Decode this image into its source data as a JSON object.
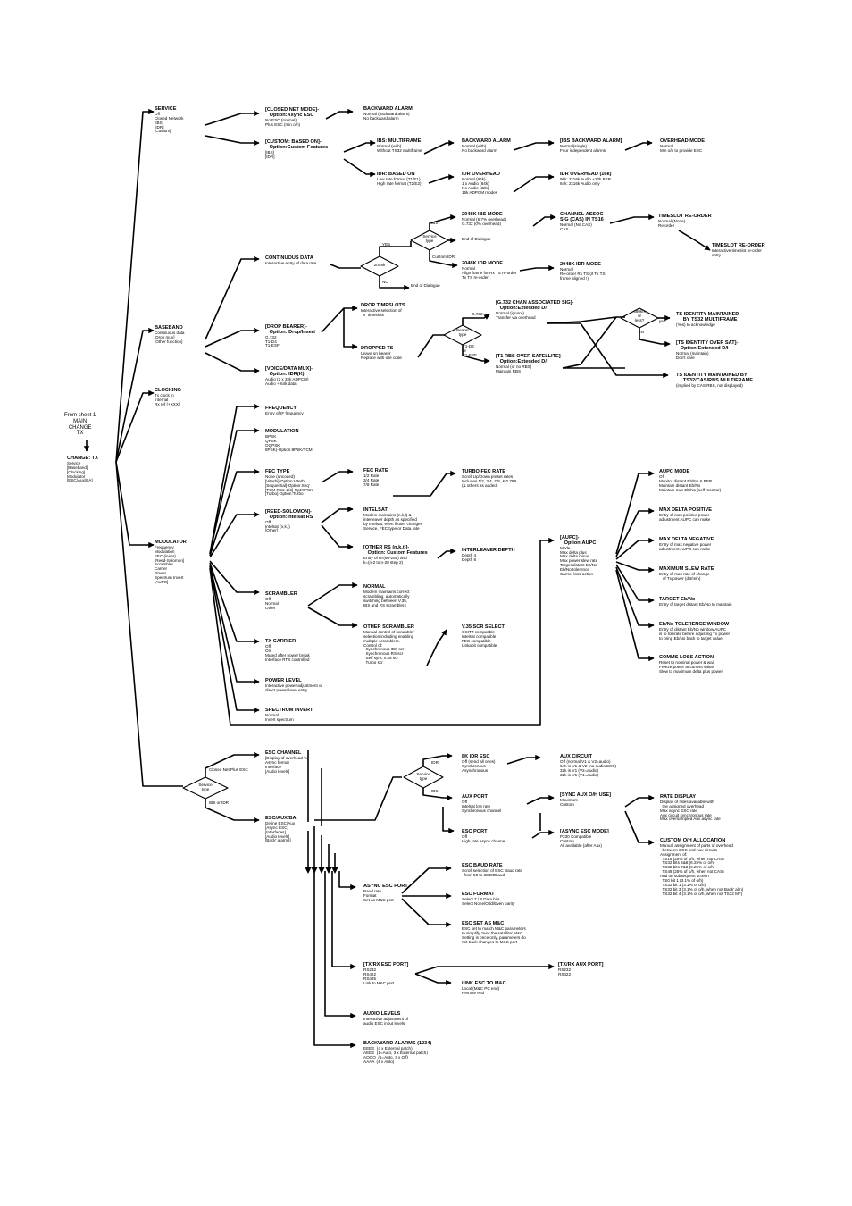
{
  "nodes": {
    "service": {
      "title": "SERVICE",
      "body": "Off\nClosed Network\n[IBS]\n[IDR]\n[Custom]"
    },
    "closed_net_mode": {
      "title": "[CLOSED NET MODE]-\n   Option:Async ESC",
      "body": "No ESC (normal)\nPlus ESC (min o/h)"
    },
    "backward_alarm_1": {
      "title": "BACKWARD ALARM",
      "body": "Normal (backward alarm)\nNo backward alarm"
    },
    "custom_based_on": {
      "title": "[CUSTOM: BASED ON]-\n   Option:Custom Features",
      "body": "[IBS]\n[IDR]"
    },
    "ibs_multiframe": {
      "title": "IBS: MULTIFRAME",
      "body": "Normal (with)\nWithout TS32 multiframe"
    },
    "backward_alarm_2": {
      "title": "BACKWARD ALARM",
      "body": "Normal (with)\nNo backward alarm"
    },
    "ibs_backward_alarm": {
      "title": "[IBS BACKWARD ALARM]",
      "body": "Normal(single)\nFour independent alarms"
    },
    "overhead_mode": {
      "title": "OVERHEAD MODE",
      "body": "Normal\nMin o/h to provide ESC"
    },
    "idr_based_on": {
      "title": "IDR: BASED ON",
      "body": "Low rate format (T1/E1)\nHigh rate format (T2/E2)"
    },
    "idr_overhead": {
      "title": "IDR OVERHEAD",
      "body": "Normal (96k)\n1 x Audio (64k)\nNo Audio (32k)\n16k ADPCM modes"
    },
    "idr_overhead_16k": {
      "title": "IDR OVERHEAD (16k)",
      "body": "96k: 2x16k Audio +32k BER\n64k: 2x16k Audio only"
    },
    "baseband": {
      "title": "BASEBAND",
      "body": "Continuous data\n[Drop mux]\n[Other function]"
    },
    "continuous_data": {
      "title": "CONTINUOUS DATA",
      "body": "Interactive entry of data rate"
    },
    "ibs_2048k": {
      "title": "2048K IBS MODE",
      "body": "Normal (6.7% overhead)\nG.732 (0% overhead)"
    },
    "end_dialogue_1": {
      "title": "",
      "body": "End of Dialogue"
    },
    "idr_2048k": {
      "title": "2048K IDR MODE",
      "body": "Normal\nAlign frame for Rx TS re-order\nTx TS re-order"
    },
    "end_dialogue_2": {
      "title": "",
      "body": "End of Dialogue"
    },
    "channel_assoc": {
      "title": "CHANNEL ASSOC\nSIG (CAS) IN TS16",
      "body": "Normal (No CAS)\nCAS"
    },
    "timeslot_reorder_1": {
      "title": "TIMESLOT RE-ORDER",
      "body": "Normal (None)\nRe-order"
    },
    "timeslot_reorder_2": {
      "title": "TIMESLOT RE-ORDER",
      "body": "Interactive timeslot re-order\nentry"
    },
    "idr_2048k_b": {
      "title": "2048K IDR MODE",
      "body": "Normal\nRe-order Rx TS (if Tx TS\nframe aligned !)"
    },
    "drop_bearer": {
      "title": "[DROP BEARER]-\n   Option: Drop/Insert",
      "body": "G.732\nT1-D4\nT1-ESF"
    },
    "drop_timeslots": {
      "title": "DROP TIMESLOTS",
      "body": "Interactive selection of\n\"N\" timeslots"
    },
    "dropped_ts": {
      "title": "DROPPED TS",
      "body": "Leave on bearer\nReplace with idle code"
    },
    "g732_chan": {
      "title": "[G.732 CHAN ASSOCIATED SIG]-\n   Option:Extended D/I",
      "body": "Normal (ignore)\nTransfer via overhead"
    },
    "t1_rbs": {
      "title": "[T1 RBS OVER SATELLITE]-\n   Option:Extended D/I",
      "body": "Normal (or no RBS)\nMaintain RBS"
    },
    "ts_identity_1": {
      "title": "TS IDENTITY MAINTAINED\n     BY TS32 MULTIFRAME",
      "body": "(Yes) to acknowledge"
    },
    "ts_identity_over_sat": {
      "title": "[TS IDENTITY OVER SAT]-\n   Option:Extended D/I",
      "body": "Normal (maintain)\nDon't care"
    },
    "ts_identity_2": {
      "title": "TS IDENTITY MAINTAINED BY\n     TS32/CAS/RBS MULTIFRAME",
      "body": "(implied by CAS/RBS, not displayed)"
    },
    "voice_data_mux": {
      "title": "[VOICE/DATA MUX]-\n   Option: IDR(K)",
      "body": "Audio (2 x 32k ADPCM)\nAudio + 64k data"
    },
    "clocking": {
      "title": "CLOCKING",
      "body": "Tx clock in\nInternal\nRx ref (+XXX)"
    },
    "change_tx": {
      "title": "CHANGE: TX",
      "body": "Service\n[Baseband]\n[Clocking]\nModulator\n[ESC/Aux/BA]"
    },
    "frequency": {
      "title": "FREQUENCY",
      "body": "Entry of IF frequency"
    },
    "modulation": {
      "title": "MODULATION",
      "body": "BPSK\nQPSK\nOQPSK\n8PSK(-Option:8PSK/TCM"
    },
    "fec_type": {
      "title": "FEC TYPE",
      "body": "None (uncoded)\n[Viterbi]-Option:Viterbi\n[Sequential]-Option:Seq'\n[TCM Rate 2/3]-Opt:8PSK\n[Turbo]-Option:Turbo"
    },
    "fec_rate": {
      "title": "FEC RATE",
      "body": "1/2 Rate\n3/4 Rate\n7/8 Rate"
    },
    "turbo_fec_rate": {
      "title": "TURBO FEC RATE",
      "body": "Scroll Up/Down preset rates\nIncludes 1/2, 3/4, 7/8, & 0.789\n(& others as added)"
    },
    "reed_solomon": {
      "title": "[REED-SOLOMON]-\n   Option:Intelsat RS",
      "body": "Off\nIntelsat (n,k,t)\n[Other]"
    },
    "intelsat": {
      "title": "INTELSAT",
      "body": "Modem maintains (n,k,t) &\ninterleaver depth as specified\nby Intelsat, even if user changes\nService, FEC type or Data rate"
    },
    "other_rs": {
      "title": "[OTHER RS (n,k,t)]-\n   Option: Custom Features",
      "body": "Entry of n=(60-255) and\nk=(n-2 to n-20 step 2)"
    },
    "interleaver_depth": {
      "title": "INTERLEAVER DEPTH",
      "body": "Depth 4\nDepth 8"
    },
    "modulator": {
      "title": "MODULATOR",
      "body": "Frequency\nModulation\nFEC (inner)\n[Reed-Solomon]\nScrambler\nCarrier\nPower\nSpectrum Invert\n[AUPC]"
    },
    "aupc": {
      "title": "[AUPC]-\n   Option:AUPC",
      "body": "Mode\nMax delta plus\nMax delta minus\nMax power slew rate\nTarget distant Eb/No\nEb/No tolerence\nCarrier loss action"
    },
    "aupc_mode": {
      "title": "AUPC MODE",
      "body": "Off\nMonitor distant Eb/No & BER\nMaintain distant Eb/No\nMaintain own Eb/No (self monitor)"
    },
    "max_delta_pos": {
      "title": "MAX DELTA POSITIVE",
      "body": "Entry of max positive power\nadjustment AUPC can make"
    },
    "max_delta_neg": {
      "title": "MAX DELTA NEGATIVE",
      "body": "Entry of max negative power\nadjustment AUPC can make"
    },
    "max_slew": {
      "title": "MAXIMUM SLEW RATE",
      "body": "Entry of max rate of change\n   of Tx power (dB/min)"
    },
    "target_ebno": {
      "title": "TARGET Eb/No",
      "body": "Entry of target distant Eb/No to maintain"
    },
    "ebno_tolerance": {
      "title": "Eb/No TOLERENCE WINDOW",
      "body": "Entry of distant Eb/No window AUPC\nis to tolerate before adjusting Tx power\nto bring Eb/No back to target value"
    },
    "comms_loss": {
      "title": "COMMS LOSS ACTION",
      "body": "Reset to nominal power & wait\nFreeze power at current value\nSlew to maximum delta plus power"
    },
    "scrambler": {
      "title": "SCRAMBLER",
      "body": "Off\nNormal\nOther"
    },
    "normal_scr": {
      "title": "NORMAL",
      "body": "Modem maintains correct\nscrambling, automatically\nswitching between V.35,\nIBS and RS scramblers"
    },
    "other_scr": {
      "title": "OTHER SCRAMBLER",
      "body": "Manual control of scrambler\nselection including enabling\nmultiple scramblers.\nControl of:\n  Synchronous IBS scr\n  Synchronous RS scr\n  Self sync V.35 scr\n  Turbo scr"
    },
    "v35_scr": {
      "title": "V.35 SCR SELECT",
      "body": "CCITT compatible\nIntelsat compatible\nFEC compatible\nLinkabit compatible"
    },
    "tx_carrier": {
      "title": "TX CARRIER",
      "body": "Off\nOn\nMuted after power break\nInterface RTS controlled"
    },
    "power_level": {
      "title": "POWER LEVEL",
      "body": "Interactive power adjustment or\ndirect power level entry"
    },
    "spectrum_invert": {
      "title": "SPECTRUM INVERT",
      "body": "Normal\nInvert spectrum"
    },
    "esc_channel": {
      "title": "ESC CHANNEL",
      "body": "[Display of overhead %]\nAsync format\nInterface\n[Audio levels]"
    },
    "esc_aux_ba": {
      "title": "ESC/AUX/BA",
      "body": "Define ESC/Aux\n[Async ESC]\n[Interfaces]\n[Audio levels]\n[Back' alarms]"
    },
    "8k_idr_esc": {
      "title": "8K IDR ESC",
      "body": "Off (send all ones)\nSynchronous\nAsynchronous"
    },
    "aux_circuit": {
      "title": "AUX CIRCUIT",
      "body": "Off (normal V1 & V2=audio)\n64k in V1 & V2 (no audio ESC)\n32k in V1 (V2=audio)\n32k in V1 (V1=audio)"
    },
    "aux_port": {
      "title": "AUX PORT",
      "body": "Off\nIntelsat low rate\nSynchronous channel"
    },
    "sync_aux_oh": {
      "title": "[SYNC AUX O/H USE]",
      "body": "Maximum\nCustom"
    },
    "rate_display": {
      "title": "RATE DISPLAY",
      "body": "Display of rates available with\n  the assigned overhead\nMax async ESC rate\nAux circuit synchronous rate\nMax oversampled Aux async rate"
    },
    "esc_port": {
      "title": "ESC PORT",
      "body": "Off\nHigh rate async channel"
    },
    "async_esc_mode": {
      "title": "[ASYNC ESC MODE]",
      "body": "P230 Compatible\nCustom\nAll available (after Aux)"
    },
    "custom_oh": {
      "title": "CUSTOM O/H ALLOCATION",
      "body": "Manual assignment of parts of overhead\n  between ESC and Aux circuits\nAssignment of:\n  TS16 (25% of o/h, when not CAS)\n  TS32 bits 5&6 (6.25% of o/h)\n  TS32 bits 7&8 (6.25% of o/h)\n  TS48 (25% of o/h, when not CAS)\nAnd on subsequent screen\n  TS0 bit 1 (3.1% of o/h)\n  TS32 bit 1 (3.1% of o/h)\n  TS32 bit 3 (3.1% of o/h, when not Back' alm)\n  TS32 bit 4 (3.1% of o/h, when not TS32 MF)"
    },
    "async_esc_port": {
      "title": "ASYNC ESC PORT",
      "body": "Baud rate\nFormat\nSet as M&C port"
    },
    "esc_baud": {
      "title": "ESC BAUD RATE",
      "body": "Scroll selection of ESC Baud rate\n  from 50 to 38400Baud"
    },
    "esc_format": {
      "title": "ESC FORMAT",
      "body": "Select 7 / 8 Data bits\nSelect None/Odd/Even parity"
    },
    "esc_set_mc": {
      "title": "ESC SET AS M&C",
      "body": "ESC set to match M&C parameters\nto simplify 'over the satellite' M&C.\nSetting is once only, parameters do\nnot track changes to M&C port"
    },
    "tx_rx_esc_port": {
      "title": "[TX/RX ESC PORT]",
      "body": "RS232\nRS422\nRS485\nLink to M&C port"
    },
    "tx_rx_aux_port": {
      "title": "[TX/RX AUX PORT]",
      "body": "RS232\nRS422"
    },
    "link_esc_mc": {
      "title": "LINK ESC TO M&C",
      "body": "Local (M&C PC end)\nRemote end"
    },
    "audio_levels": {
      "title": "AUDIO LEVELS",
      "body": "Interactive adjustment of\naudio ESC input levels"
    },
    "backward_alarms_1234": {
      "title": "BACKWARD ALARMS (1234)",
      "body": "EEEE  (4 x External patch)\nAEEE  (1=Auto, 3 x External patch)\nAOOO  (1=Auto, 3 x Off)\nAAAA  (4 x Auto)"
    }
  },
  "diamonds": {
    "service_type_1": "Service\ntype",
    "d_2048k": "2048k",
    "bearer_type": "Bearer\ntype",
    "d_480k": "480k/s\nor\nless?",
    "service_type_2": "Service\ntype",
    "service_type_3": "Service\ntype"
  },
  "labels": {
    "ibs": "IBS",
    "yes": "YES",
    "custom_idr": "Custom IDR",
    "no": "NO",
    "g732": "G.732",
    "t1": "T1-D4\nor\nT1-ESF",
    "yes2": "yes",
    "no2": "no",
    "closed_net_plus_esc": "Closed Net Plus ESC",
    "ibs_or_idr": "IBS or IDR",
    "idr": "IDR",
    "ibs2": "IBS"
  },
  "from_sheet": "From sheet 1\nMAIN\nCHANGE\nTX"
}
